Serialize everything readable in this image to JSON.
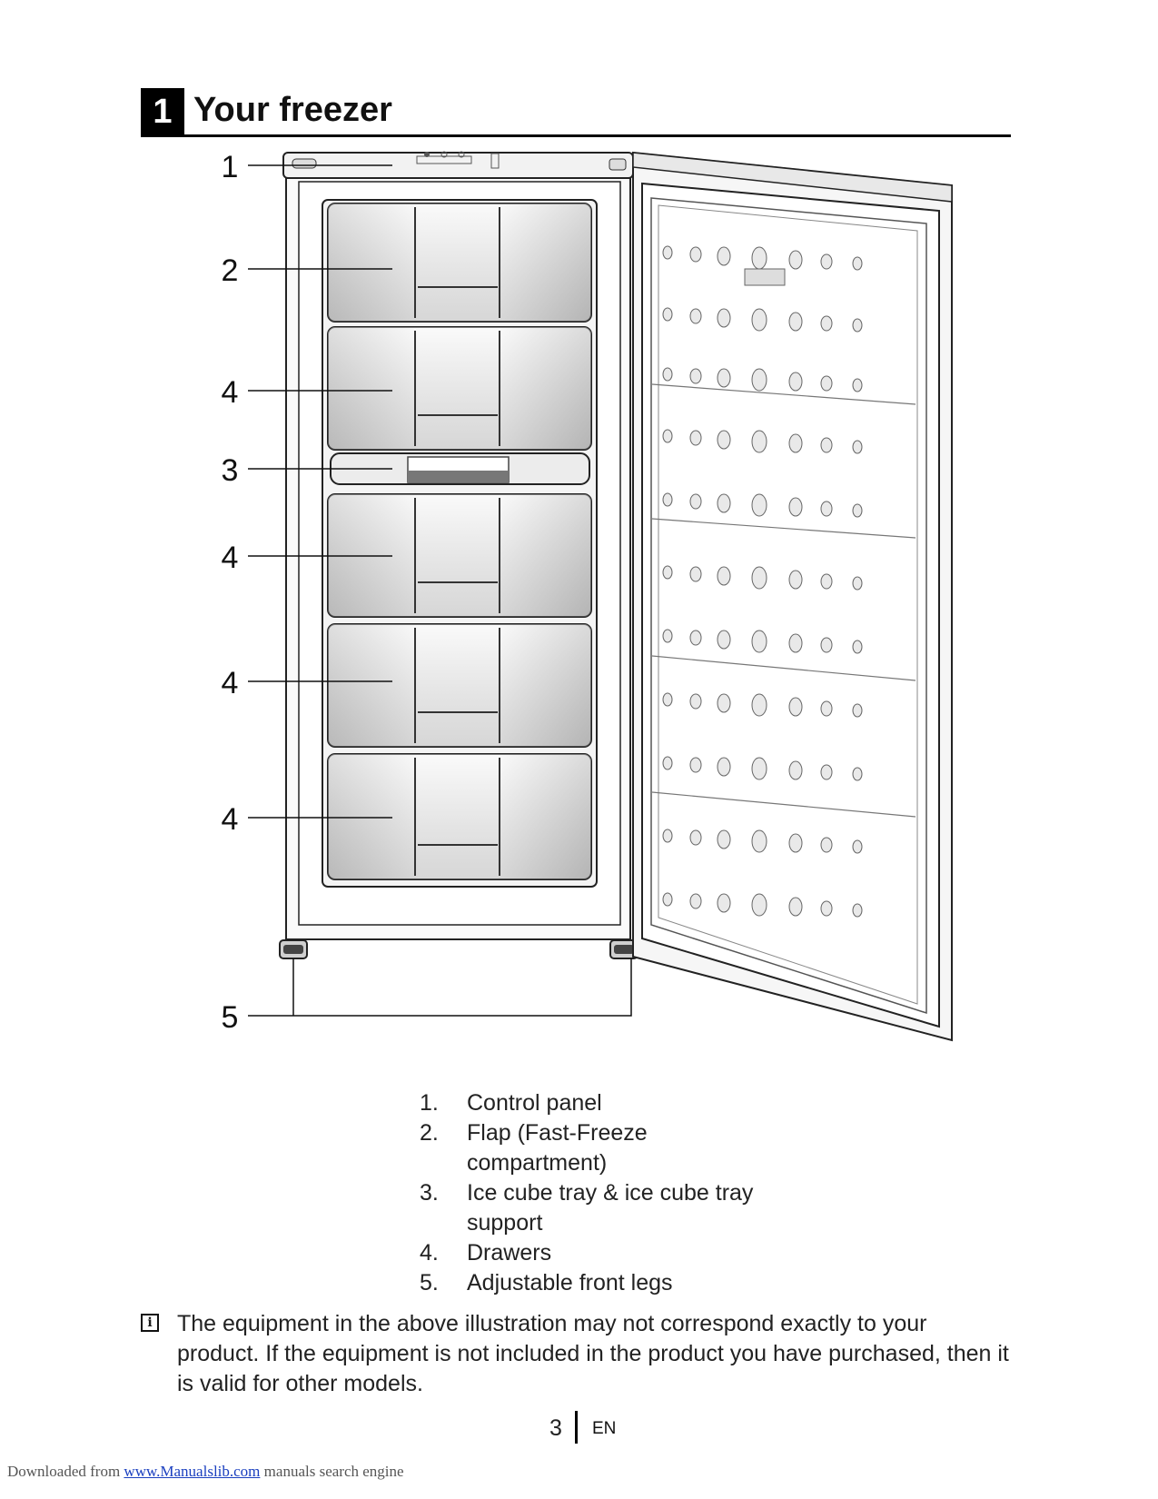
{
  "heading": {
    "chapter_number": "1",
    "title": "Your freezer"
  },
  "figure": {
    "callouts": [
      "1",
      "2",
      "4",
      "3",
      "4",
      "4",
      "4",
      "5"
    ]
  },
  "legend": [
    {
      "num": "1.",
      "text": "Control panel"
    },
    {
      "num": "2.",
      "text": "Flap (Fast-Freeze compartment)"
    },
    {
      "num": "3.",
      "text": "Ice cube tray & ice cube tray support"
    },
    {
      "num": "4.",
      "text": "Drawers"
    },
    {
      "num": "5.",
      "text": "Adjustable front legs"
    }
  ],
  "note": {
    "icon": "info-icon",
    "text": "The equipment in the above illustration may not correspond exactly to your product. If the equipment is not included in the product you have purchased, then it is valid for other models."
  },
  "page": {
    "number": "3",
    "language": "EN"
  },
  "footer": {
    "prefix": "Downloaded from ",
    "link_text": "www.Manualslib.com",
    "suffix": " manuals search engine"
  }
}
